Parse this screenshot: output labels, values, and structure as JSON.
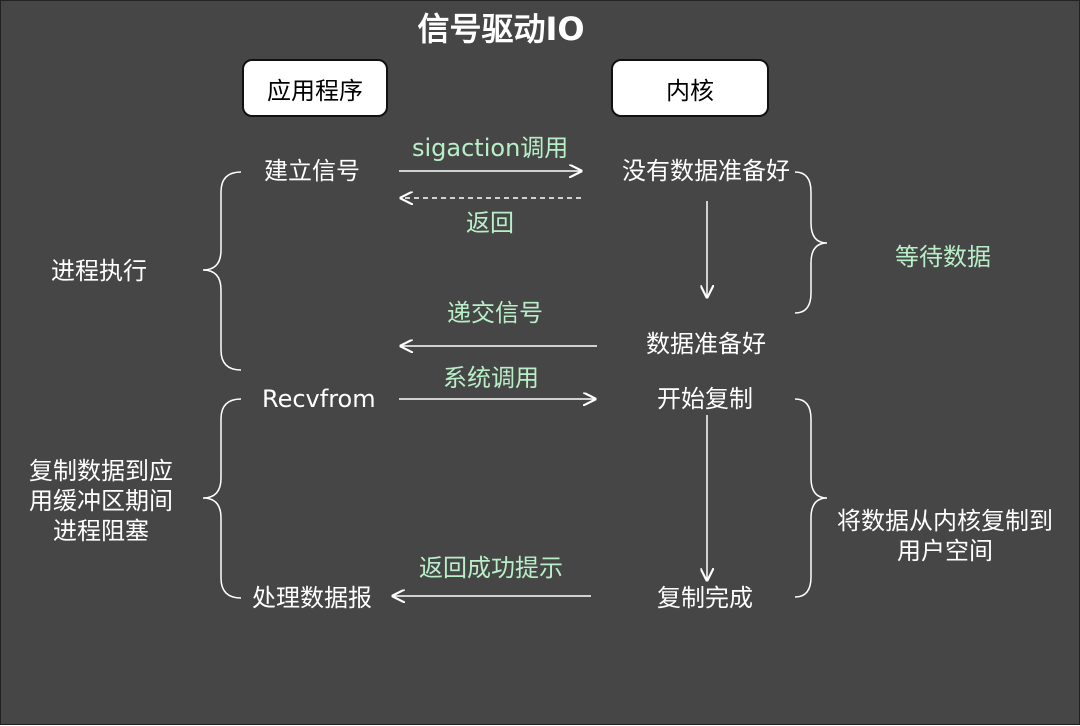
{
  "title": "信号驱动IO",
  "columns": {
    "app": "应用程序",
    "kernel": "内核"
  },
  "app_steps": {
    "create_signal": "建立信号",
    "recvfrom": "Recvfrom",
    "process_data": "处理数据报"
  },
  "kernel_steps": {
    "not_ready": "没有数据准备好",
    "ready": "数据准备好",
    "start_copy": "开始复制",
    "copy_done": "复制完成"
  },
  "arrows": {
    "sigaction": "sigaction调用",
    "return": "返回",
    "deliver_signal": "递交信号",
    "syscall": "系统调用",
    "return_success": "返回成功提示"
  },
  "phases": {
    "process_running": "进程执行",
    "blocked_lines": [
      "复制数据到应",
      "用缓冲区期间",
      "进程阻塞"
    ],
    "wait_data": "等待数据",
    "copy_lines": [
      "将数据从内核复制到",
      "用户空间"
    ]
  },
  "colors": {
    "background": "#464646",
    "annotation": "#b8efc8",
    "text": "#ffffff"
  }
}
